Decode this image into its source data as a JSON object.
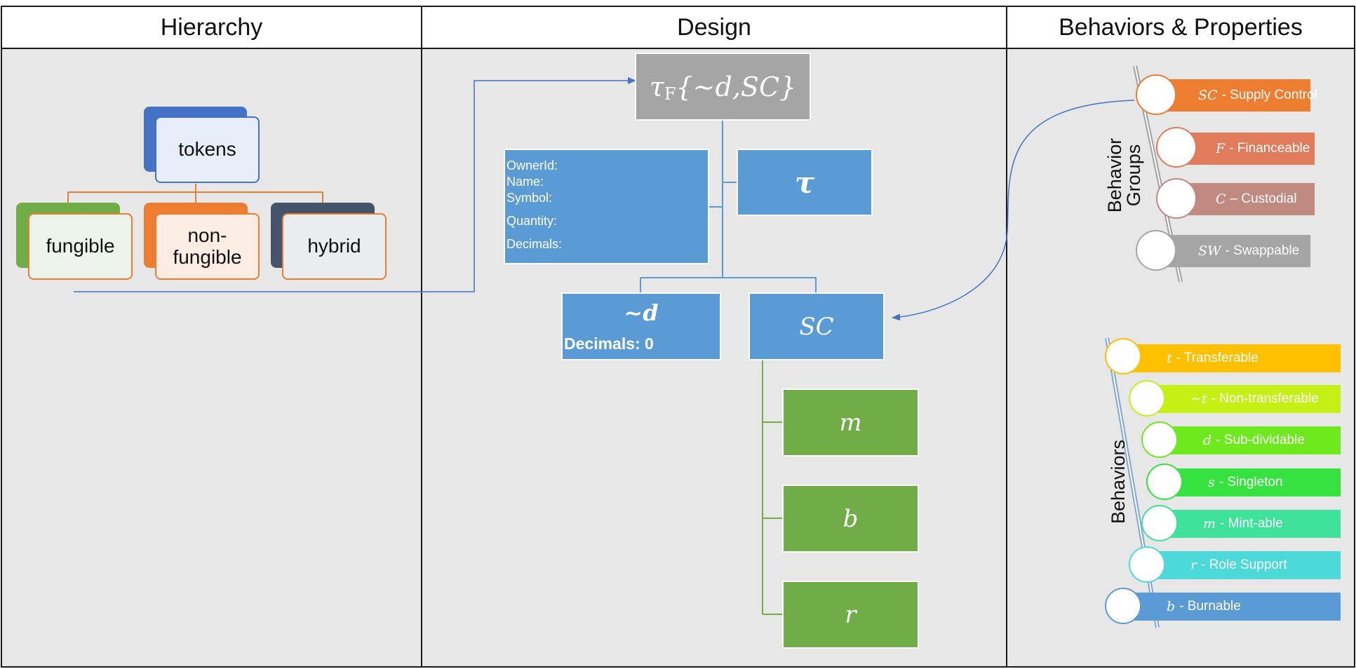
{
  "headers": {
    "hierarchy": "Hierarchy",
    "design": "Design",
    "behaviors_properties": "Behaviors & Properties"
  },
  "hierarchy": {
    "root": "tokens",
    "children": [
      "fungible",
      "non-\nfungible",
      "hybrid"
    ]
  },
  "design": {
    "root": "τF{~d,SC}",
    "root_main": "τ",
    "root_sub": "F",
    "root_args": "{~d,SC}",
    "properties_box": [
      "OwnerId:",
      "Name:",
      "Symbol:",
      "Quantity:",
      "Decimals:"
    ],
    "tau_box": "τ",
    "d_box": {
      "title": "~d",
      "value": "Decimals: 0"
    },
    "sc_box": "SC",
    "sc_children": [
      "m",
      "b",
      "r"
    ]
  },
  "behavior_groups": {
    "label": "Behavior\nGroups",
    "items": [
      {
        "symbol": "SC",
        "text": " - Supply Control",
        "color": "#ed7d31"
      },
      {
        "symbol": "F",
        "text": " - Financeable",
        "color": "#e07b5c"
      },
      {
        "symbol": "C",
        "text": " – Custodial",
        "color": "#c08a80"
      },
      {
        "symbol": "SW",
        "text": " - Swappable",
        "color": "#a5a5a5"
      }
    ]
  },
  "behaviors": {
    "label": "Behaviors",
    "items": [
      {
        "symbol": "t",
        "text": " - Transferable",
        "color": "#ffc000"
      },
      {
        "symbol": "~t",
        "text": " - Non-transferable",
        "color": "#c5f015"
      },
      {
        "symbol": "d",
        "text": " - Sub-dividable",
        "color": "#6ee91d"
      },
      {
        "symbol": "s",
        "text": " - Singleton",
        "color": "#36e23f"
      },
      {
        "symbol": "m",
        "text": " - Mint-able",
        "color": "#3fe29a"
      },
      {
        "symbol": "r",
        "text": " - Role Support",
        "color": "#4cd9d9"
      },
      {
        "symbol": "b",
        "text": " - Burnable",
        "color": "#5b9bd5"
      }
    ]
  }
}
